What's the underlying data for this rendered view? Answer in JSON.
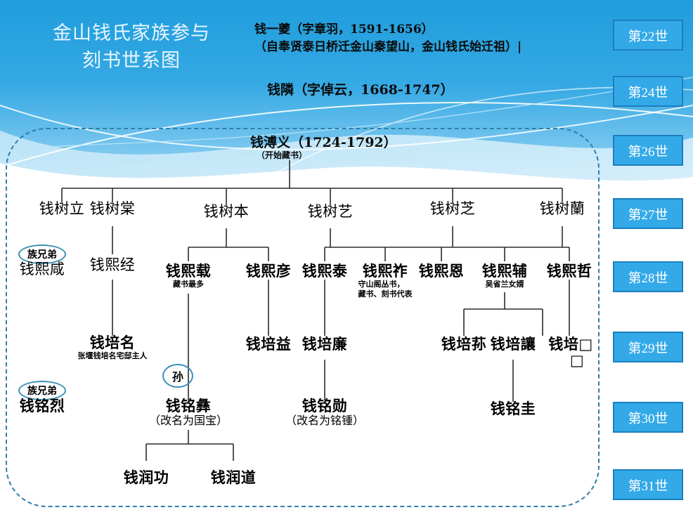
{
  "title": "金山钱氏家族参与\n刻书世系图",
  "ancestors": {
    "first": "钱一夔（字章羽，1591-1656）\n（自奉贤泰日桥迁金山秦望山，金山钱氏始迁祖）|",
    "second": "钱隣（字倬云，1668-1747）",
    "third_name": "钱溥义（1724-1792）",
    "third_note": "（开始藏书）"
  },
  "generation_badges": [
    {
      "label": "第22世"
    },
    {
      "label": "第24世"
    },
    {
      "label": "第26世"
    },
    {
      "label": "第27世"
    },
    {
      "label": "第28世"
    },
    {
      "label": "第29世"
    },
    {
      "label": "第30世"
    },
    {
      "label": "第31世"
    }
  ],
  "generations": {
    "g27": [
      {
        "name": "钱树立"
      },
      {
        "name": "钱树棠"
      },
      {
        "name": "钱树本"
      },
      {
        "name": "钱树艺"
      },
      {
        "name": "钱树芝"
      },
      {
        "name": "钱树蘭"
      }
    ],
    "g28": [
      {
        "name": "钱熙咸"
      },
      {
        "name": "钱熙经"
      },
      {
        "name": "钱熙载",
        "note": "藏书最多"
      },
      {
        "name": "钱熙彦"
      },
      {
        "name": "钱熙泰"
      },
      {
        "name": "钱熙祚",
        "note": "守山阁丛书，\n藏书、刻书代表"
      },
      {
        "name": "钱熙恩"
      },
      {
        "name": "钱熙辅",
        "note": "吴省兰女婿"
      },
      {
        "name": "钱熙哲"
      }
    ],
    "g29": [
      {
        "name": "钱培名",
        "note": "张堰钱培名宅邸主人"
      },
      {
        "name": "钱培益"
      },
      {
        "name": "钱培廉"
      },
      {
        "name": "钱培荪"
      },
      {
        "name": "钱培讓"
      },
      {
        "name": "钱培□",
        "extra": "□"
      }
    ],
    "g30": [
      {
        "name": "钱铭烈"
      },
      {
        "name": "钱铭彝",
        "paren": "（改名为国宝）"
      },
      {
        "name": "钱铭勋",
        "paren": "（改名为铭锺）"
      },
      {
        "name": "钱铭圭"
      }
    ],
    "g31": [
      {
        "name": "钱润功"
      },
      {
        "name": "钱润道"
      }
    ]
  },
  "tags": {
    "clan_brother_1": "族兄弟",
    "clan_brother_2": "族兄弟",
    "grandson": "孙"
  },
  "colors": {
    "banner_top": "#2ea3e0",
    "banner_bottom": "#7ec8ee",
    "badge_fill": "#33a9e8",
    "badge_border": "#1b7fbf",
    "dashed_border": "#2f7fa8",
    "title_text": "#eaf6ff",
    "line": "#2b2b2b"
  }
}
